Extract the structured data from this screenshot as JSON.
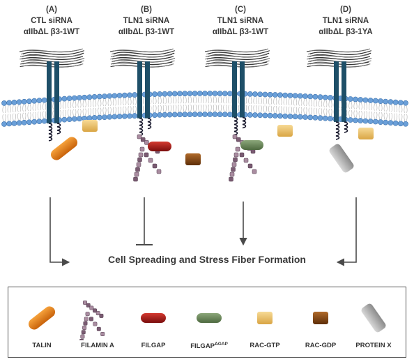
{
  "panels": [
    {
      "letter": "(A)",
      "condition": "CTL siRNA",
      "construct": "αIIbΔL β3-1WT"
    },
    {
      "letter": "(B)",
      "condition": "TLN1 siRNA",
      "construct": "αIIbΔL β3-1WT"
    },
    {
      "letter": "(C)",
      "condition": "TLN1 siRNA",
      "construct": "αIIbΔL β3-1WT"
    },
    {
      "letter": "(D)",
      "condition": "TLN1 siRNA",
      "construct": "αIIbΔL β3-1YA"
    }
  ],
  "outcome": "Cell Spreading and Stress Fiber Formation",
  "legend": [
    {
      "label": "TALIN",
      "icon": "talin-icon"
    },
    {
      "label": "FILAMIN A",
      "icon": "filamin-a-icon"
    },
    {
      "label": "FILGAP",
      "icon": "filgap-icon"
    },
    {
      "label": "FILGAP",
      "sup": "ΔGAP",
      "icon": "filgap-dgap-icon"
    },
    {
      "label": "RAC-GTP",
      "icon": "rac-gtp-icon"
    },
    {
      "label": "RAC-GDP",
      "icon": "rac-gdp-icon"
    },
    {
      "label": "PROTEIN X",
      "icon": "protein-x-icon"
    }
  ],
  "colors": {
    "lipid_head": "#6a9fd8",
    "integrin": "#1e4f68",
    "talin": "#e07a10",
    "filgap": "#b01818",
    "filgap_dgap": "#6e8a5c",
    "rac_gtp": "#e9c06a",
    "rac_gdp": "#8a4a14",
    "protein_x": "#a8a8a8",
    "arrow": "#4a4a4a"
  }
}
